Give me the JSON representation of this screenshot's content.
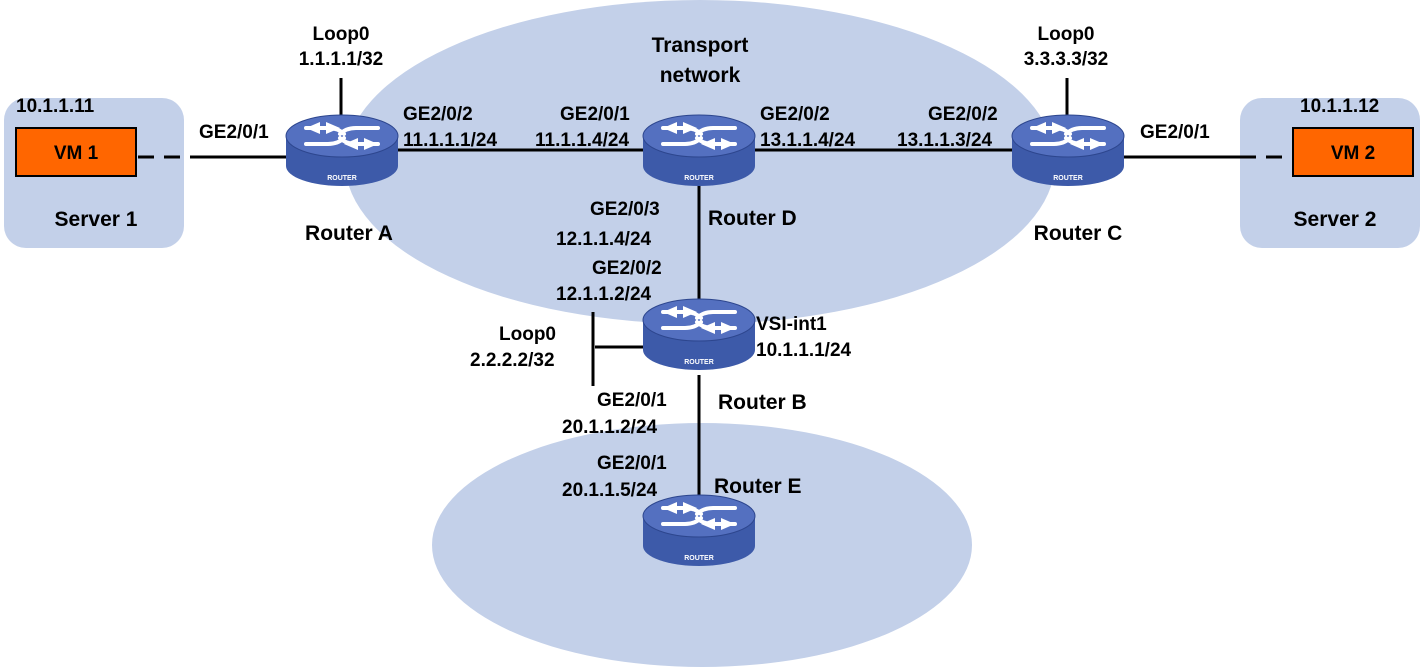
{
  "clouds": {
    "transport": {
      "label_line1": "Transport",
      "label_line2": "network"
    }
  },
  "servers": {
    "s1": {
      "ip": "10.1.1.11",
      "vm": "VM 1",
      "name": "Server 1"
    },
    "s2": {
      "ip": "10.1.1.12",
      "vm": "VM 2",
      "name": "Server 2"
    }
  },
  "routers": {
    "a": {
      "name": "Router A",
      "loop_name": "Loop0",
      "loop_ip": "1.1.1.1/32",
      "if_left": "GE2/0/1",
      "if_right_name": "GE2/0/2",
      "if_right_ip": "11.1.1.1/24"
    },
    "d": {
      "name": "Router D",
      "if_left_name": "GE2/0/1",
      "if_left_ip": "11.1.1.4/24",
      "if_right_name": "GE2/0/2",
      "if_right_ip": "13.1.1.4/24",
      "if_down_name": "GE2/0/3",
      "if_down_ip": "12.1.1.4/24"
    },
    "c": {
      "name": "Router C",
      "loop_name": "Loop0",
      "loop_ip": "3.3.3.3/32",
      "if_left_name": "GE2/0/2",
      "if_left_ip": "13.1.1.3/24",
      "if_right": "GE2/0/1"
    },
    "b": {
      "name": "Router B",
      "loop_name": "Loop0",
      "loop_ip": "2.2.2.2/32",
      "if_up_name": "GE2/0/2",
      "if_up_ip": "12.1.1.2/24",
      "vsi_name": "VSI-int1",
      "vsi_ip": "10.1.1.1/24",
      "if_down_name": "GE2/0/1",
      "if_down_ip": "20.1.1.2/24"
    },
    "e": {
      "name": "Router E",
      "if_up_name": "GE2/0/1",
      "if_up_ip": "20.1.1.5/24"
    }
  },
  "router_badge": "ROUTER",
  "colors": {
    "cloud": "#c3d0e9",
    "server_box": "#c3d0e9",
    "vm_fill": "#ff6600",
    "router_body": "#3d5aa9",
    "router_top": "#5470c0",
    "link": "#000000"
  },
  "icons": {
    "router": "router-icon"
  }
}
